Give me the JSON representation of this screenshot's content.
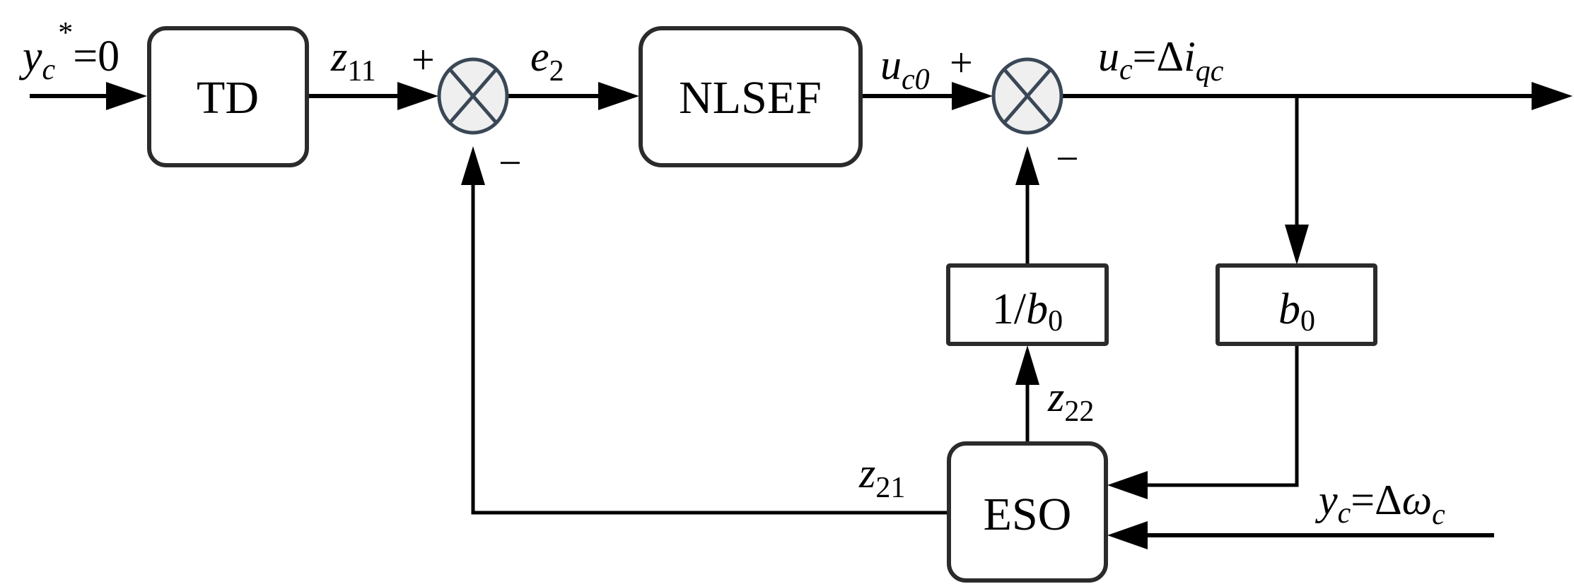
{
  "diagram": {
    "title": "ADRC control loop block diagram",
    "blocks": {
      "td": "TD",
      "nlsef": "NLSEF",
      "inv_b0": {
        "main": "1/",
        "var": "b",
        "sub": "0"
      },
      "b0": {
        "var": "b",
        "sub": "0"
      },
      "eso": "ESO"
    },
    "signals": {
      "input": {
        "var": "y",
        "sub": "c",
        "sup": "*",
        "rest": "=0"
      },
      "z11": {
        "var": "z",
        "sub": "11"
      },
      "e2": {
        "var": "e",
        "sub": "2"
      },
      "uc0": {
        "var": "u",
        "sub": "c0"
      },
      "uc": {
        "var": "u",
        "sub": "c",
        "eq": "=Δ",
        "var2": "i",
        "sub2": "qc"
      },
      "z22": {
        "var": "z",
        "sub": "22"
      },
      "z21": {
        "var": "z",
        "sub": "21"
      },
      "yc": {
        "var": "y",
        "sub": "c",
        "eq": "=Δ",
        "var2": "ω",
        "sub2": "c"
      }
    },
    "signs": {
      "j1_plus": "+",
      "j1_minus": "−",
      "j2_plus": "+",
      "j2_minus": "−"
    },
    "colors": {
      "line": "#000000",
      "box_stroke": "#2b2b2b",
      "junction_fill": "#efefef",
      "junction_stroke": "#3a4756"
    }
  }
}
